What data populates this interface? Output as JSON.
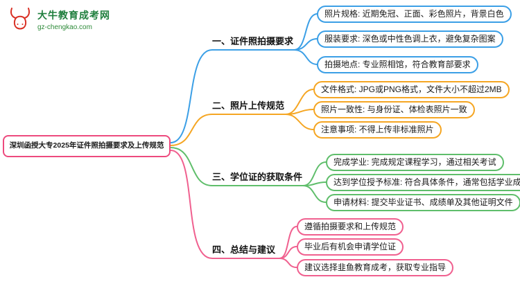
{
  "logo": {
    "title": "大牛教育成考网",
    "subtitle": "gz-chengkao.com",
    "icon_name": "bull-icon"
  },
  "root": {
    "label": "深圳函授大专2025年证件照拍摄要求及上传规范"
  },
  "branches": [
    {
      "label": "一、证件照拍摄要求",
      "color": "#3B9FE6",
      "items": [
        "照片规格: 近期免冠、正面、彩色照片，背景白色",
        "服装要求: 深色或中性色调上衣，避免复杂图案",
        "拍摄地点: 专业照相馆，符合教育部要求"
      ]
    },
    {
      "label": "二、照片上传规范",
      "color": "#F5A623",
      "items": [
        "文件格式: JPG或PNG格式，文件大小不超过2MB",
        "照片一致性: 与身份证、体检表照片一致",
        "注意事项: 不得上传非标准照片"
      ]
    },
    {
      "label": "三、学位证的获取条件",
      "color": "#5FBE6B",
      "items": [
        "完成学业: 完成规定课程学习，通过相关考试",
        "达到学位授予标准: 符合具体条件，通常包括学业成绩",
        "申请材料: 提交毕业证书、成绩单及其他证明文件"
      ]
    },
    {
      "label": "四、总结与建议",
      "color": "#F0608F",
      "items": [
        "遵循拍摄要求和上传规范",
        "毕业后有机会申请学位证",
        "建议选择韭鱼教育成考，获取专业指导"
      ]
    }
  ]
}
